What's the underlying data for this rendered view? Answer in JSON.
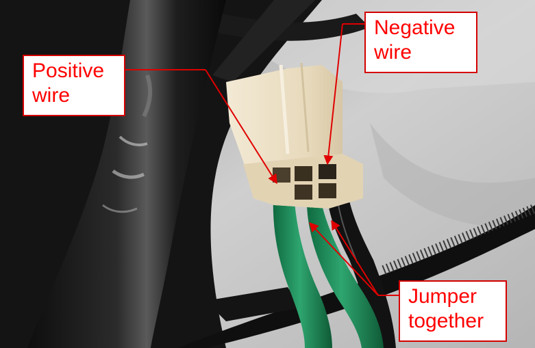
{
  "photo": {
    "subject": "two-wire connector harness with positive and negative wires",
    "colors": {
      "background_cloth": "#c9c9c9",
      "black_harness": "#1c1c1c",
      "connector_body": "#e9ddc2",
      "green_wire": "#1f8a5a",
      "black_wire": "#151515",
      "zip_tie": "#101010",
      "annotation_red": "#e00000"
    }
  },
  "annotations": {
    "positive": {
      "line1": "Positive",
      "line2": "wire"
    },
    "negative": {
      "line1": "Negative",
      "line2": "wire"
    },
    "jumper": {
      "line1": "Jumper",
      "line2": "together"
    }
  }
}
